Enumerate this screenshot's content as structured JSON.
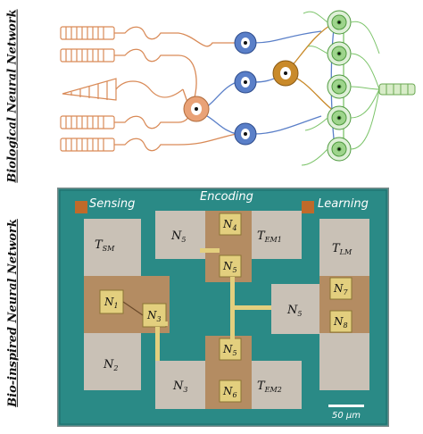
{
  "labels": {
    "biological": "Biological Neural Network",
    "bioinspired": "Bio-inspired Neural Network"
  },
  "chip": {
    "sensing": "Sensing",
    "encoding": "Encoding",
    "learning": "Learning",
    "scale_bar": "50 μm",
    "T_SM": {
      "base": "T",
      "sub": "SM"
    },
    "T_EM1": {
      "base": "T",
      "sub": "EM1"
    },
    "T_EM2": {
      "base": "T",
      "sub": "EM2"
    },
    "T_LM": {
      "base": "T",
      "sub": "LM"
    },
    "N1": {
      "base": "N",
      "sub": "1"
    },
    "N2": {
      "base": "N",
      "sub": "2"
    },
    "N3a": {
      "base": "N",
      "sub": "3"
    },
    "N3b": {
      "base": "N",
      "sub": "3"
    },
    "N4": {
      "base": "N",
      "sub": "4"
    },
    "N5a": {
      "base": "N",
      "sub": "5"
    },
    "N5b": {
      "base": "N",
      "sub": "5"
    },
    "N5c": {
      "base": "N",
      "sub": "5"
    },
    "N5d": {
      "base": "N",
      "sub": "5"
    },
    "N6": {
      "base": "N",
      "sub": "6"
    },
    "N7": {
      "base": "N",
      "sub": "7"
    },
    "N8": {
      "base": "N",
      "sub": "8"
    }
  },
  "colors": {
    "substrate": "#2a8a86",
    "pad": "#c9c1b6",
    "bronze": "#b48c62",
    "gold": "#e3cf7e",
    "bio_outline": "#d98a57",
    "bio_blue": "#5a7fc8",
    "bio_green": "#7cc46a",
    "bio_orange_cell": "#e9a277",
    "bio_brown_cell": "#c98a2a"
  }
}
